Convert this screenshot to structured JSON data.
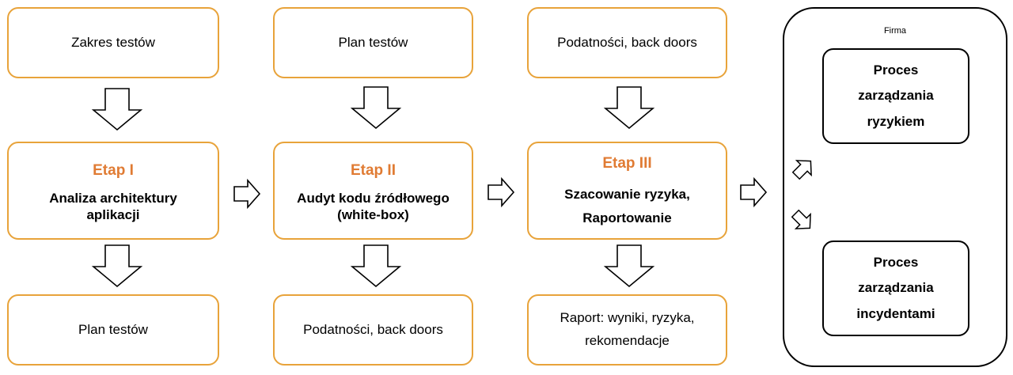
{
  "columns": [
    {
      "top": "Zakres testów",
      "etap": "Etap I",
      "desc": [
        "Analiza architektury",
        "aplikacji"
      ],
      "bottom": [
        "Plan testów"
      ]
    },
    {
      "top": "Plan testów",
      "etap": "Etap II",
      "desc": [
        "Audyt kodu źródłowego",
        "(white-box)"
      ],
      "bottom": [
        "Podatności, back doors"
      ]
    },
    {
      "top": "Podatności, back doors",
      "etap": "Etap III",
      "desc": [
        "Szacowanie ryzyka,",
        "Raportowanie"
      ],
      "bottom": [
        "Raport: wyniki, ryzyka,",
        "rekomendacje"
      ]
    }
  ],
  "firma": {
    "label": "Firma",
    "process_risk": [
      "Proces",
      "zarządzania",
      "ryzykiem"
    ],
    "process_incident": [
      "Proces",
      "zarządzania",
      "incydentami"
    ]
  },
  "colors": {
    "box_border": "#e8a33a",
    "etap_text": "#e07b33",
    "firma_border": "#000000"
  }
}
